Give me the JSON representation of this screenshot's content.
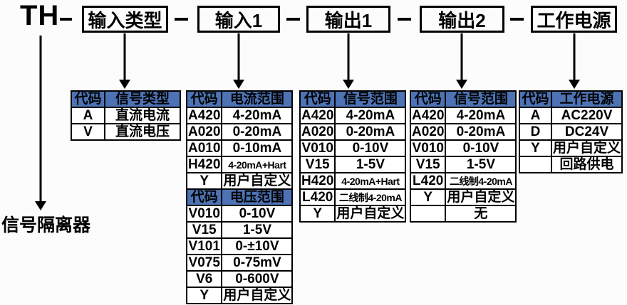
{
  "top_row": {
    "prefix": "TH",
    "boxes": [
      {
        "label": "输入类型"
      },
      {
        "label": "输入1"
      },
      {
        "label": "输出1"
      },
      {
        "label": "输出2"
      },
      {
        "label": "工作电源"
      }
    ]
  },
  "footer_label": "信号隔离器",
  "colors": {
    "header_bg": "#4d73b4",
    "border": "#000000",
    "background": "#fcfcfc"
  },
  "tables": [
    {
      "name": "input-type",
      "sections": [
        {
          "header": [
            "代码",
            "信号类型"
          ],
          "rows": [
            [
              "A",
              "直流电流"
            ],
            [
              "V",
              "直流电压"
            ]
          ]
        }
      ]
    },
    {
      "name": "input-1",
      "sections": [
        {
          "header": [
            "代码",
            "电流范围"
          ],
          "rows": [
            [
              "A420",
              "4-20mA"
            ],
            [
              "A020",
              "0-20mA"
            ],
            [
              "A010",
              "0-10mA"
            ],
            [
              "H420",
              "4-20mA+Hart"
            ],
            [
              "Y",
              "用户自定义"
            ]
          ]
        },
        {
          "header": [
            "代码",
            "电压范围"
          ],
          "rows": [
            [
              "V010",
              "0-10V"
            ],
            [
              "V15",
              "1-5V"
            ],
            [
              "V101",
              "0-±10V"
            ],
            [
              "V075",
              "0-75mV"
            ],
            [
              "V6",
              "0-600V"
            ],
            [
              "Y",
              "用户自定义"
            ]
          ]
        }
      ]
    },
    {
      "name": "output-1",
      "sections": [
        {
          "header": [
            "代码",
            "信号范围"
          ],
          "rows": [
            [
              "A420",
              "4-20mA"
            ],
            [
              "A020",
              "0-20mA"
            ],
            [
              "V010",
              "0-10V"
            ],
            [
              "V15",
              "1-5V"
            ],
            [
              "H420",
              "4-20mA+Hart"
            ],
            [
              "L420",
              "二线制4-20mA"
            ],
            [
              "Y",
              "用户自定义"
            ]
          ]
        }
      ]
    },
    {
      "name": "output-2",
      "sections": [
        {
          "header": [
            "代码",
            "信号范围"
          ],
          "rows": [
            [
              "A420",
              "4-20mA"
            ],
            [
              "A020",
              "0-20mA"
            ],
            [
              "V010",
              "0-10V"
            ],
            [
              "V15",
              "1-5V"
            ],
            [
              "L420",
              "二线制4-20mA"
            ],
            [
              "Y",
              "用户自定义"
            ],
            [
              "",
              "无"
            ]
          ]
        }
      ]
    },
    {
      "name": "working-power",
      "sections": [
        {
          "header": [
            "代码",
            "工作电源"
          ],
          "rows": [
            [
              "A",
              "AC220V"
            ],
            [
              "D",
              "DC24V"
            ],
            [
              "Y",
              "用户自定义"
            ],
            [
              "",
              "回路供电"
            ]
          ]
        }
      ]
    }
  ]
}
